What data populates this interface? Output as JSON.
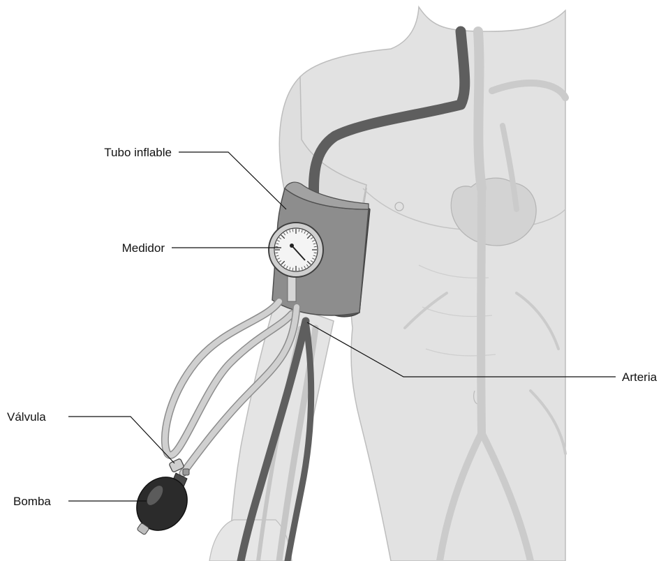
{
  "labels": {
    "tubo_inflable": "Tubo inflable",
    "medidor": "Medidor",
    "arteria": "Arteria",
    "valvula": "Válvula",
    "bomba": "Bomba"
  },
  "colors": {
    "body_fill": "#e2e2e2",
    "body_outline": "#bdbdbd",
    "vessel_light": "#c9c9c9",
    "artery_dark": "#5e5e5e",
    "cuff_fill": "#8d8d8d",
    "cuff_dark": "#5a5a5a",
    "tube_fill": "#cfcfcf",
    "bulb_fill": "#2b2b2b"
  }
}
